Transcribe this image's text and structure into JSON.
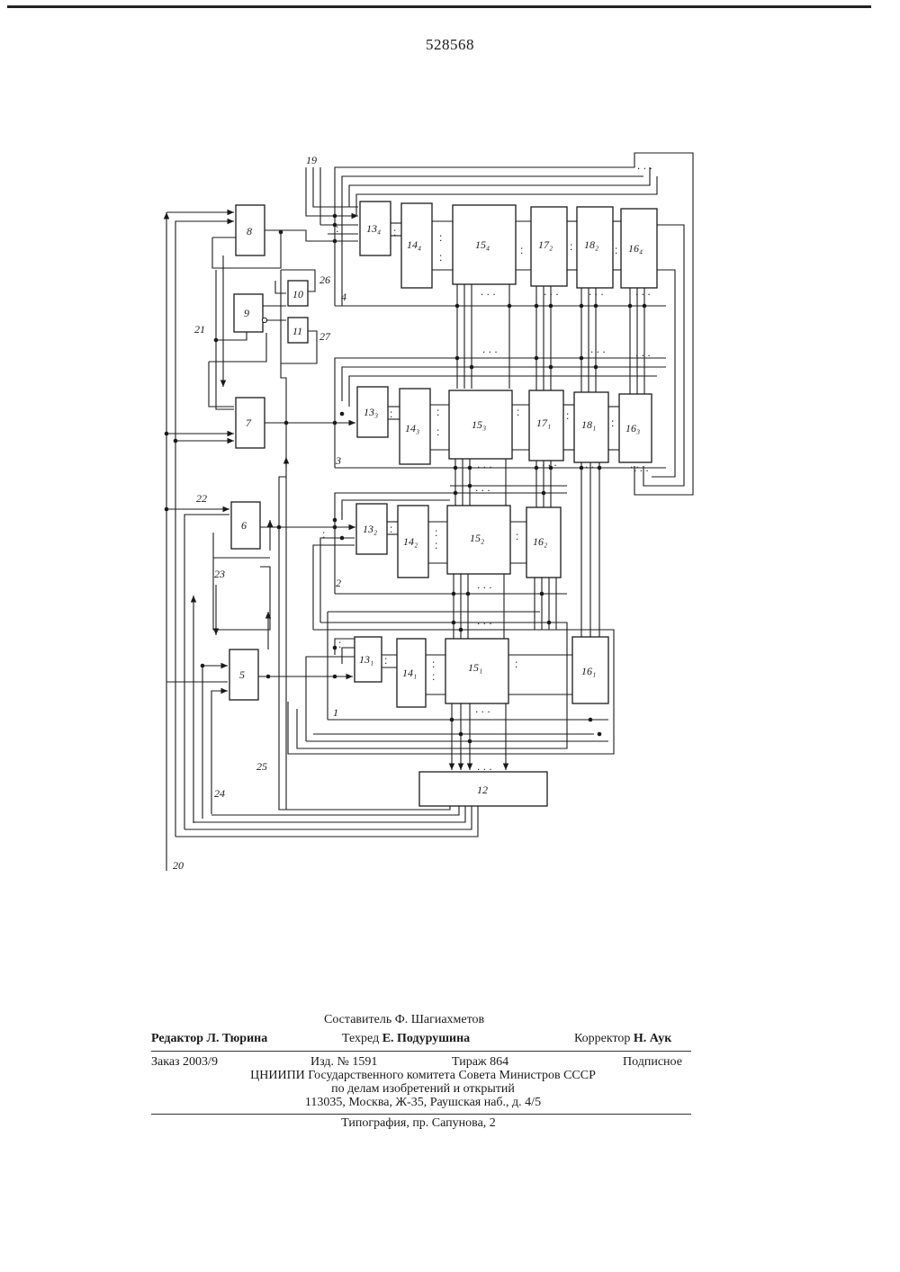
{
  "patent_number": "528568",
  "diagram": {
    "blocks": {
      "b8": "8",
      "b9": "9",
      "b10": "10",
      "b11": "11",
      "b7": "7",
      "b6": "6",
      "b5": "5",
      "b12": "12",
      "b13_4": "13₄",
      "b14_4": "14₄",
      "b15_4": "15₄",
      "b17_2": "17₂",
      "b18_2": "18₂",
      "b16_4": "16₄",
      "b13_3": "13₃",
      "b14_3": "14₃",
      "b15_3": "15₃",
      "b17_1": "17₁",
      "b18_1": "18₁",
      "b16_3": "16₃",
      "b13_2": "13₂",
      "b14_2": "14₂",
      "b15_2": "15₂",
      "b16_2": "16₂",
      "b13_1": "13₁",
      "b14_1": "14₁",
      "b15_1": "15₁",
      "b16_1": "16₁"
    },
    "lines": {
      "l19": "19",
      "l20": "20",
      "l21": "21",
      "l22": "22",
      "l23": "23",
      "l24": "24",
      "l25": "25",
      "l26": "26",
      "l27": "27",
      "l1": "1",
      "l2": "2",
      "l3": "3",
      "l4": "4"
    }
  },
  "imprint": {
    "compiler": "Составитель Ф. Шагиахметов",
    "editor_label": "Редактор",
    "editor_name": "Л. Тюрина",
    "techred_label": "Техред",
    "techred_name": "Е. Подурушина",
    "corrector_label": "Корректор",
    "corrector_name": "Н. Аук",
    "order": "Заказ 2003/9",
    "edition": "Изд. № 1591",
    "circulation": "Тираж 864",
    "subscription": "Подписное",
    "org_line1": "ЦНИИПИ Государственного комитета Совета Министров СССР",
    "org_line2": "по делам изобретений и открытий",
    "org_line3": "113035, Москва, Ж-35, Раушская наб., д. 4/5",
    "printer": "Типография, пр. Сапунова, 2"
  }
}
